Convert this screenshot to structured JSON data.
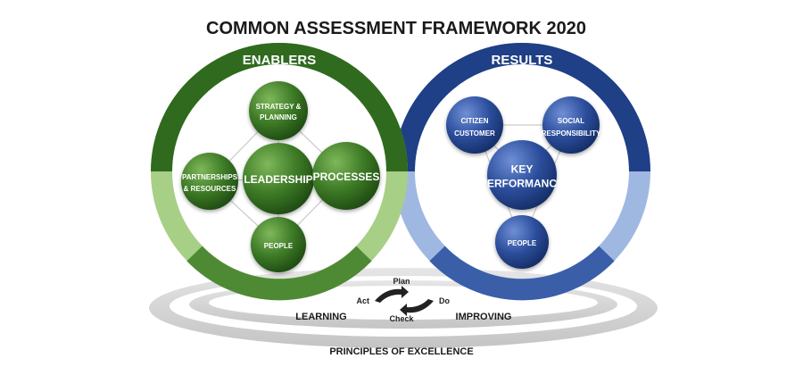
{
  "title": "COMMON ASSESSMENT FRAMEWORK 2020",
  "enablers": {
    "label": "ENABLERS",
    "nodes": {
      "strategy": [
        "STRATEGY &",
        "PLANNING"
      ],
      "partnerships": [
        "PARTNERSHIPS",
        "& RESOURCES"
      ],
      "leadership": [
        "LEADERSHIP"
      ],
      "processes": [
        "PROCESSES"
      ],
      "people": [
        "PEOPLE"
      ]
    }
  },
  "results": {
    "label": "RESULTS",
    "nodes": {
      "citizen": [
        "CITIZEN",
        "CUSTOMER"
      ],
      "social": [
        "SOCIAL",
        "RESPONSIBILITY"
      ],
      "key": [
        "KEY",
        "PERFORMANCE"
      ],
      "people": [
        "PEOPLE"
      ]
    }
  },
  "pdca": {
    "plan": "Plan",
    "do": "Do",
    "check": "Check",
    "act": "Act"
  },
  "base": {
    "learning": "LEARNING",
    "improving": "IMPROVING",
    "principles": "PRINCIPLES OF EXCELLENCE"
  },
  "colors": {
    "green_dark": "#2f6a1f",
    "green_light": "#a8cf86",
    "blue_dark": "#1f3f86",
    "blue_light": "#9fb8e2",
    "base_grey": "#d7d7d7"
  }
}
